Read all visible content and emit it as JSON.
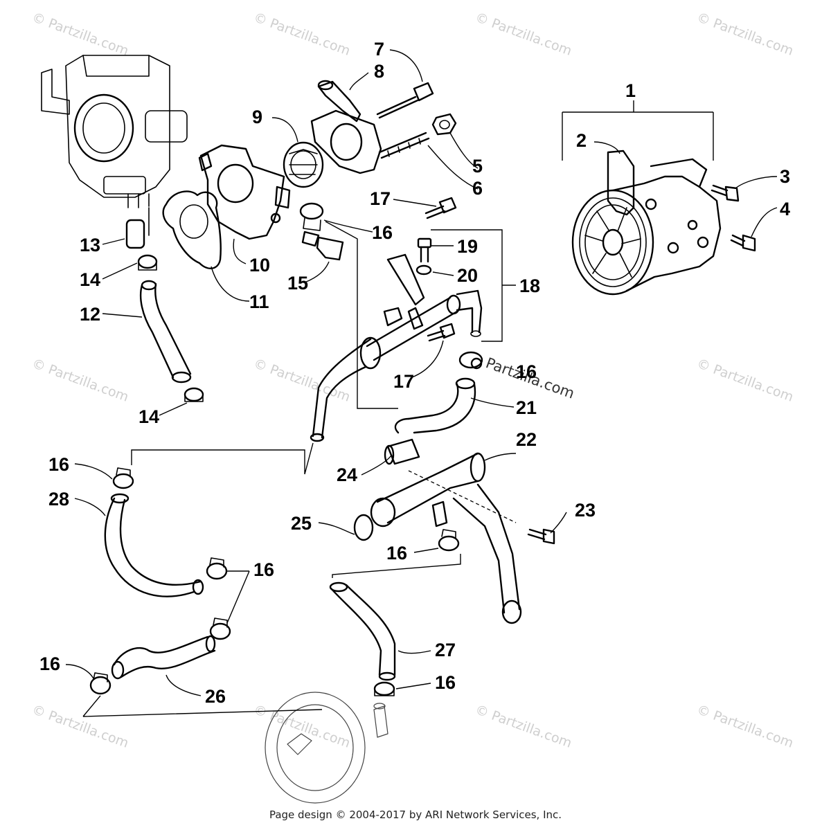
{
  "watermark": {
    "text": "© Partzilla.com",
    "center_text": "Partzilla.com"
  },
  "footer": {
    "text": "Page design © 2004-2017 by ARI Network Services, Inc."
  },
  "callouts": [
    "1",
    "2",
    "3",
    "4",
    "5",
    "6",
    "7",
    "8",
    "9",
    "10",
    "11",
    "12",
    "13",
    "14",
    "14",
    "15",
    "16",
    "16",
    "16",
    "16",
    "16",
    "16",
    "16",
    "17",
    "17",
    "18",
    "19",
    "20",
    "21",
    "22",
    "23",
    "24",
    "25",
    "26",
    "27",
    "28"
  ]
}
